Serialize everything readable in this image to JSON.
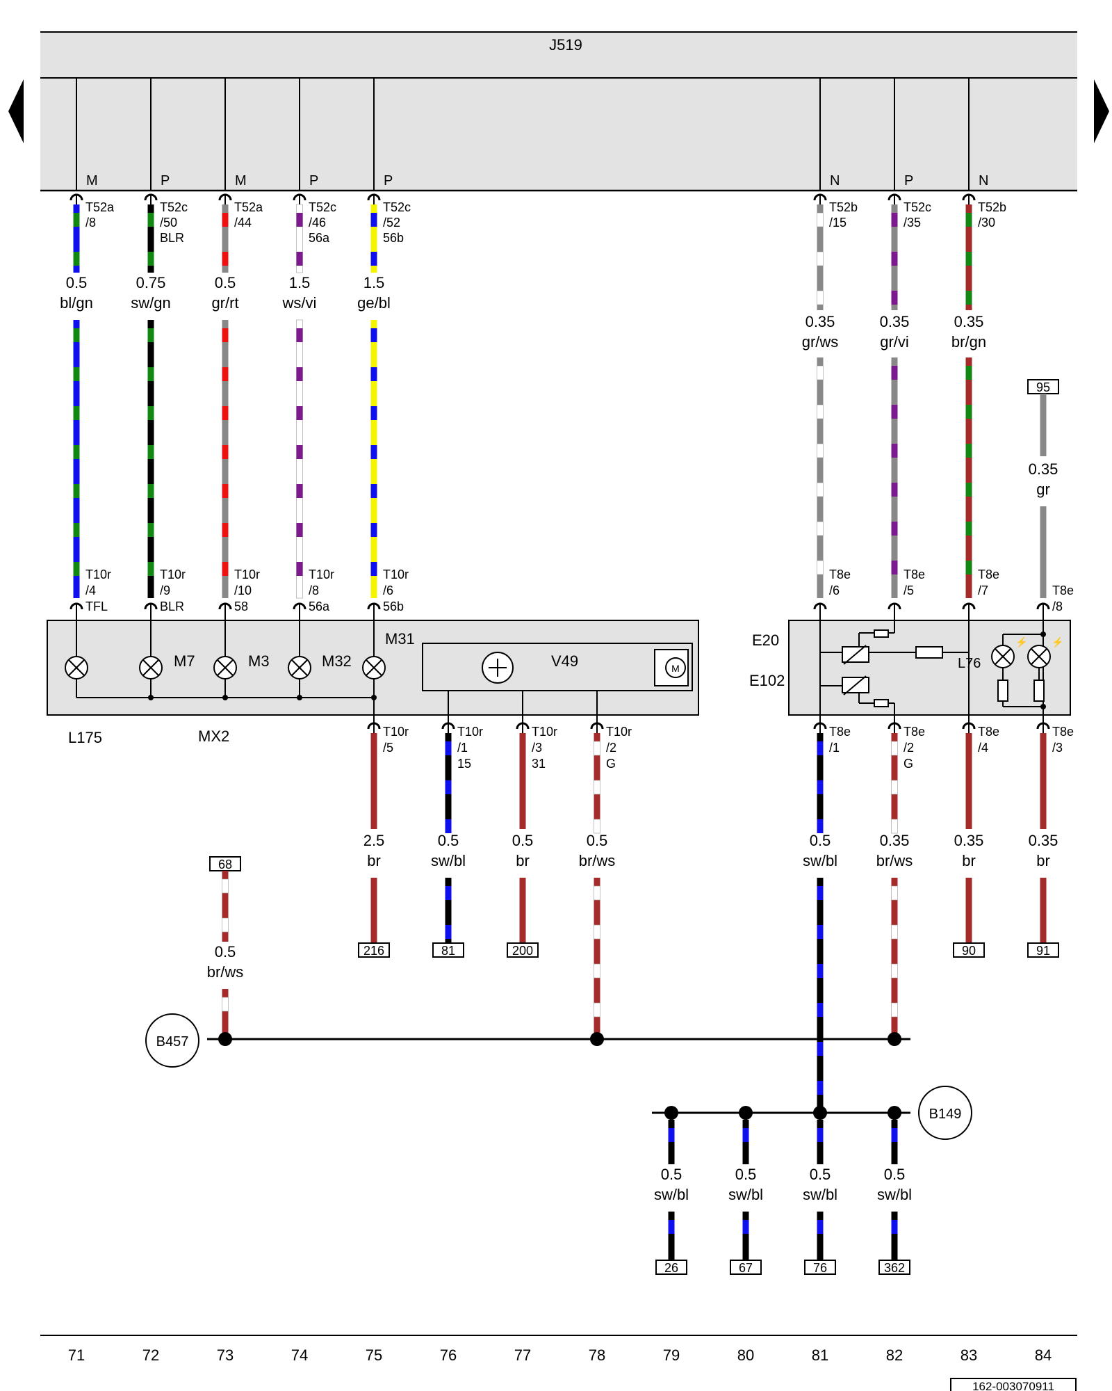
{
  "colors": {
    "bl": "#1010ee",
    "gn": "#118811",
    "sw": "#000000",
    "gr": "#888888",
    "rt": "#ee1111",
    "ws": "#ffffff",
    "vi": "#7a1a8c",
    "ge": "#f5f500",
    "br": "#a52a2a",
    "box_fill": "#e3e3e3"
  },
  "control_unit": {
    "label": "J519"
  },
  "nav": {
    "prev_icon": "triangle-left-icon",
    "next_icon": "triangle-right-icon"
  },
  "top_wires": [
    {
      "col": 71,
      "pin_type": "M",
      "conn": "T52a",
      "pin": "/8",
      "sig": "",
      "size": "0.5",
      "color": "bl/gn",
      "bconn": "T10r",
      "bpin": "/4",
      "bsig": "TFL"
    },
    {
      "col": 72,
      "pin_type": "P",
      "conn": "T52c",
      "pin": "/50",
      "sig": "BLR",
      "size": "0.75",
      "color": "sw/gn",
      "bconn": "T10r",
      "bpin": "/9",
      "bsig": "BLR"
    },
    {
      "col": 73,
      "pin_type": "M",
      "conn": "T52a",
      "pin": "/44",
      "sig": "",
      "size": "0.5",
      "color": "gr/rt",
      "bconn": "T10r",
      "bpin": "/10",
      "bsig": "58"
    },
    {
      "col": 74,
      "pin_type": "P",
      "conn": "T52c",
      "pin": "/46",
      "sig": "56a",
      "size": "1.5",
      "color": "ws/vi",
      "bconn": "T10r",
      "bpin": "/8",
      "bsig": "56a"
    },
    {
      "col": 75,
      "pin_type": "P",
      "conn": "T52c",
      "pin": "/52",
      "sig": "56b",
      "size": "1.5",
      "color": "ge/bl",
      "bconn": "T10r",
      "bpin": "/6",
      "bsig": "56b"
    },
    {
      "col": 81,
      "pin_type": "N",
      "conn": "T52b",
      "pin": "/15",
      "sig": "",
      "size": "0.35",
      "color": "gr/ws",
      "bconn": "T8e",
      "bpin": "/6",
      "bsig": ""
    },
    {
      "col": 82,
      "pin_type": "P",
      "conn": "T52c",
      "pin": "/35",
      "sig": "",
      "size": "0.35",
      "color": "gr/vi",
      "bconn": "T8e",
      "bpin": "/5",
      "bsig": ""
    },
    {
      "col": 83,
      "pin_type": "N",
      "conn": "T52b",
      "pin": "/30",
      "sig": "",
      "size": "0.35",
      "color": "br/gn",
      "bconn": "T8e",
      "bpin": "/7",
      "bsig": ""
    }
  ],
  "wire_84": {
    "ref": "95",
    "size": "0.35",
    "color": "gr",
    "bconn": "T8e",
    "bpin": "/8"
  },
  "mx2": {
    "label": "MX2",
    "l175": "L175",
    "m7": "M7",
    "m3": "M3",
    "m32": "M32",
    "m31": "M31",
    "v49": "V49",
    "motor": "M"
  },
  "e20": {
    "label1": "E20",
    "label2": "E102",
    "l76": "L76"
  },
  "bottom_wires": [
    {
      "col": 75,
      "conn": "T10r",
      "pin": "/5",
      "sig": "",
      "size": "2.5",
      "color": "br",
      "ref": "216"
    },
    {
      "col": 76,
      "conn": "T10r",
      "pin": "/1",
      "sig": "15",
      "size": "0.5",
      "color": "sw/bl",
      "ref": "81"
    },
    {
      "col": 77,
      "conn": "T10r",
      "pin": "/3",
      "sig": "31",
      "size": "0.5",
      "color": "br",
      "ref": "200"
    },
    {
      "col": 78,
      "conn": "T10r",
      "pin": "/2",
      "sig": "G",
      "size": "0.5",
      "color": "br/ws",
      "ref": ""
    },
    {
      "col": 81,
      "conn": "T8e",
      "pin": "/1",
      "sig": "",
      "size": "0.5",
      "color": "sw/bl",
      "ref": ""
    },
    {
      "col": 82,
      "conn": "T8e",
      "pin": "/2",
      "sig": "G",
      "size": "0.35",
      "color": "br/ws",
      "ref": ""
    },
    {
      "col": 83,
      "conn": "T8e",
      "pin": "/4",
      "sig": "",
      "size": "0.35",
      "color": "br",
      "ref": "90"
    },
    {
      "col": 84,
      "conn": "T8e",
      "pin": "/3",
      "sig": "",
      "size": "0.35",
      "color": "br",
      "ref": "91"
    }
  ],
  "wire_73_low": {
    "ref": "68",
    "size": "0.5",
    "color": "br/ws"
  },
  "ground_b457": "B457",
  "ground_b149": "B149",
  "b149_branches": [
    {
      "col": 79,
      "size": "0.5",
      "color": "sw/bl",
      "ref": "26"
    },
    {
      "col": 80,
      "size": "0.5",
      "color": "sw/bl",
      "ref": "67"
    },
    {
      "col": 81,
      "size": "0.5",
      "color": "sw/bl",
      "ref": "76"
    },
    {
      "col": 82,
      "size": "0.5",
      "color": "sw/bl",
      "ref": "362"
    }
  ],
  "column_numbers": [
    "71",
    "72",
    "73",
    "74",
    "75",
    "76",
    "77",
    "78",
    "79",
    "80",
    "81",
    "82",
    "83",
    "84"
  ],
  "doc_number": "162-003070911"
}
